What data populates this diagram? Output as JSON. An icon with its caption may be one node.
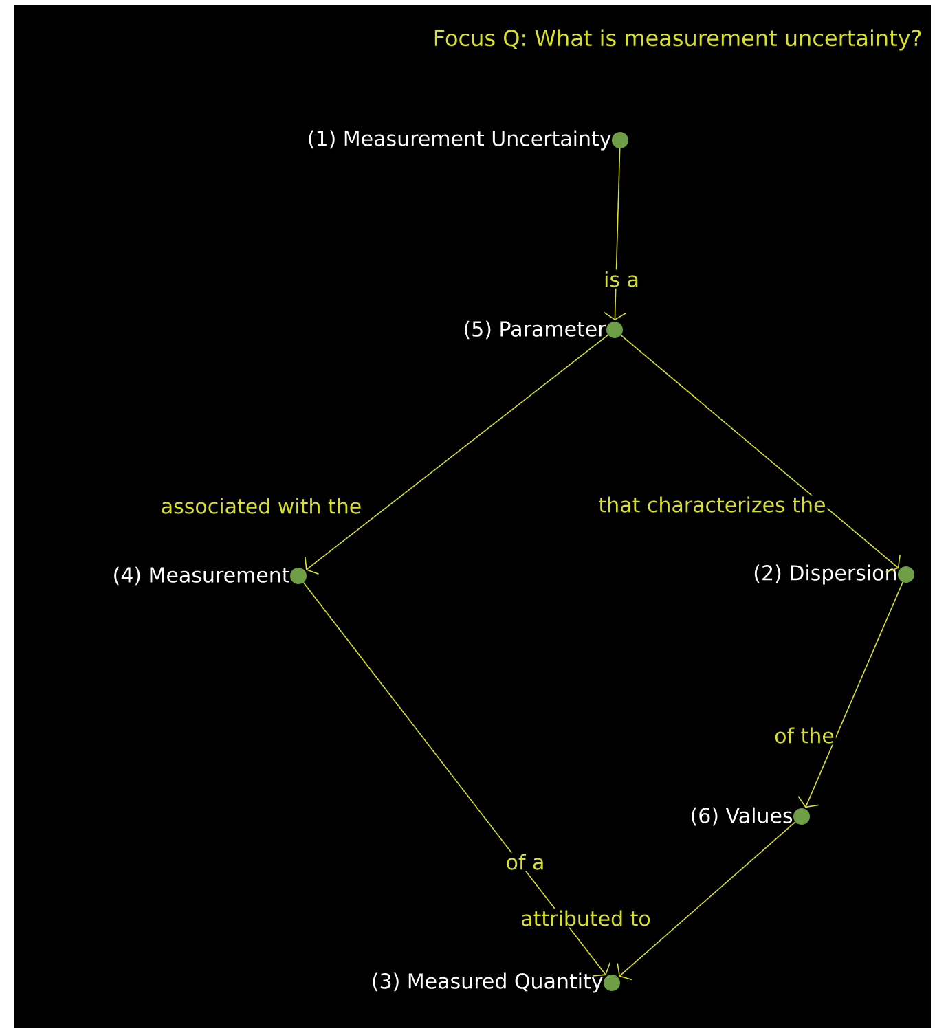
{
  "diagram": {
    "title": "Focus Q: What is measurement uncertainty?",
    "nodes": [
      {
        "text": [
          "(1) Measurement Uncertainty"
        ]
      },
      {
        "text": [
          "(5) Parameter"
        ]
      },
      {
        "text": [
          "(4) Measurement"
        ]
      },
      {
        "text": [
          "(2) Dispersion"
        ]
      },
      {
        "text": [
          "(6) Values"
        ]
      },
      {
        "text": [
          "(3) Measured Quantity"
        ]
      }
    ],
    "edges": [
      {
        "from": 0,
        "to": 1,
        "arrow": "to",
        "label": "is a"
      },
      {
        "from": 1,
        "to": 2,
        "arrow": "to",
        "label": "associated with the"
      },
      {
        "from": 1,
        "to": 3,
        "arrow": "to",
        "label": "that characterizes the"
      },
      {
        "from": 3,
        "to": 4,
        "arrow": "to",
        "label": "of the"
      },
      {
        "from": 2,
        "to": 5,
        "arrow": "to",
        "label": "of a"
      },
      {
        "from": 4,
        "to": 5,
        "arrow": "to",
        "label": "attributed to"
      }
    ]
  }
}
